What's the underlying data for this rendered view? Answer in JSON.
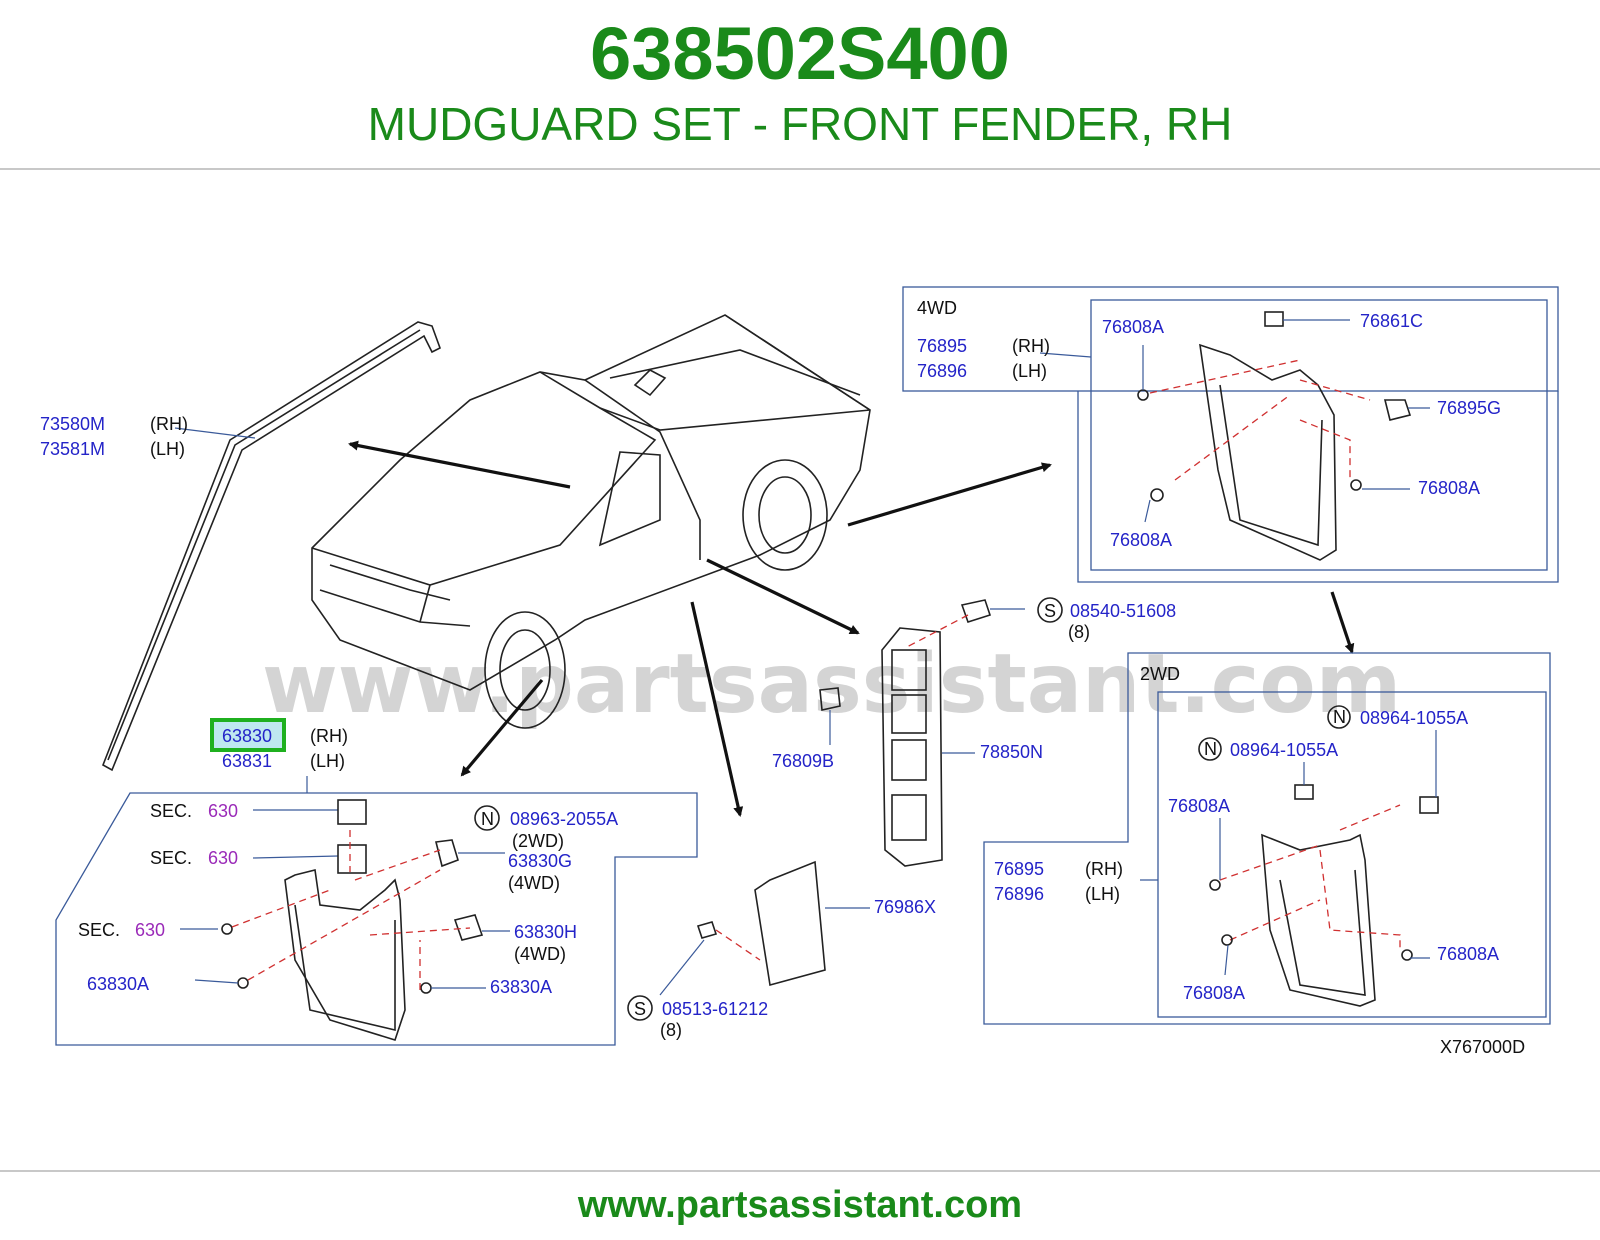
{
  "header": {
    "part_number": "638502S400",
    "description": "MUDGUARD SET - FRONT FENDER, RH"
  },
  "watermark": "www.partsassistant.com",
  "footer": {
    "url": "www.partsassistant.com"
  },
  "colors": {
    "brand_green": "#1a8a1a",
    "part_blue": "#2424c8",
    "section_purple": "#9a2ab8",
    "highlight": "#1fb01f"
  },
  "diagram": {
    "code": "X767000D",
    "molding": {
      "rh": "73580M",
      "lh": "73581M",
      "rh_tag": "(RH)",
      "lh_tag": "(LH)"
    },
    "front": {
      "rh": "63830",
      "lh": "63831",
      "rh_tag": "(RH)",
      "lh_tag": "(LH)",
      "sec_label": "SEC.",
      "sec_num": "630",
      "n_badge": "N",
      "n_part": "08963-2055A",
      "n_note": "(2WD)",
      "g_part": "63830G",
      "g_note": "(4WD)",
      "h_part": "63830H",
      "h_note": "(4WD)",
      "a_part": "63830A"
    },
    "center": {
      "s_badge": "S",
      "top_screw": "08540-51608",
      "top_qty": "(8)",
      "clip": "76809B",
      "protector": "78850N",
      "pad": "76986X",
      "bottom_screw": "08513-61212",
      "bottom_qty": "(8)"
    },
    "rear4wd": {
      "title": "4WD",
      "rh": "76895",
      "lh": "76896",
      "rh_tag": "(RH)",
      "lh_tag": "(LH)",
      "screw": "76808A",
      "nut": "76861C",
      "clip": "76895G"
    },
    "rear2wd": {
      "title": "2WD",
      "rh": "76895",
      "lh": "76896",
      "rh_tag": "(RH)",
      "lh_tag": "(LH)",
      "n_badge": "N",
      "nut": "08964-1055A",
      "screw": "76808A"
    }
  }
}
